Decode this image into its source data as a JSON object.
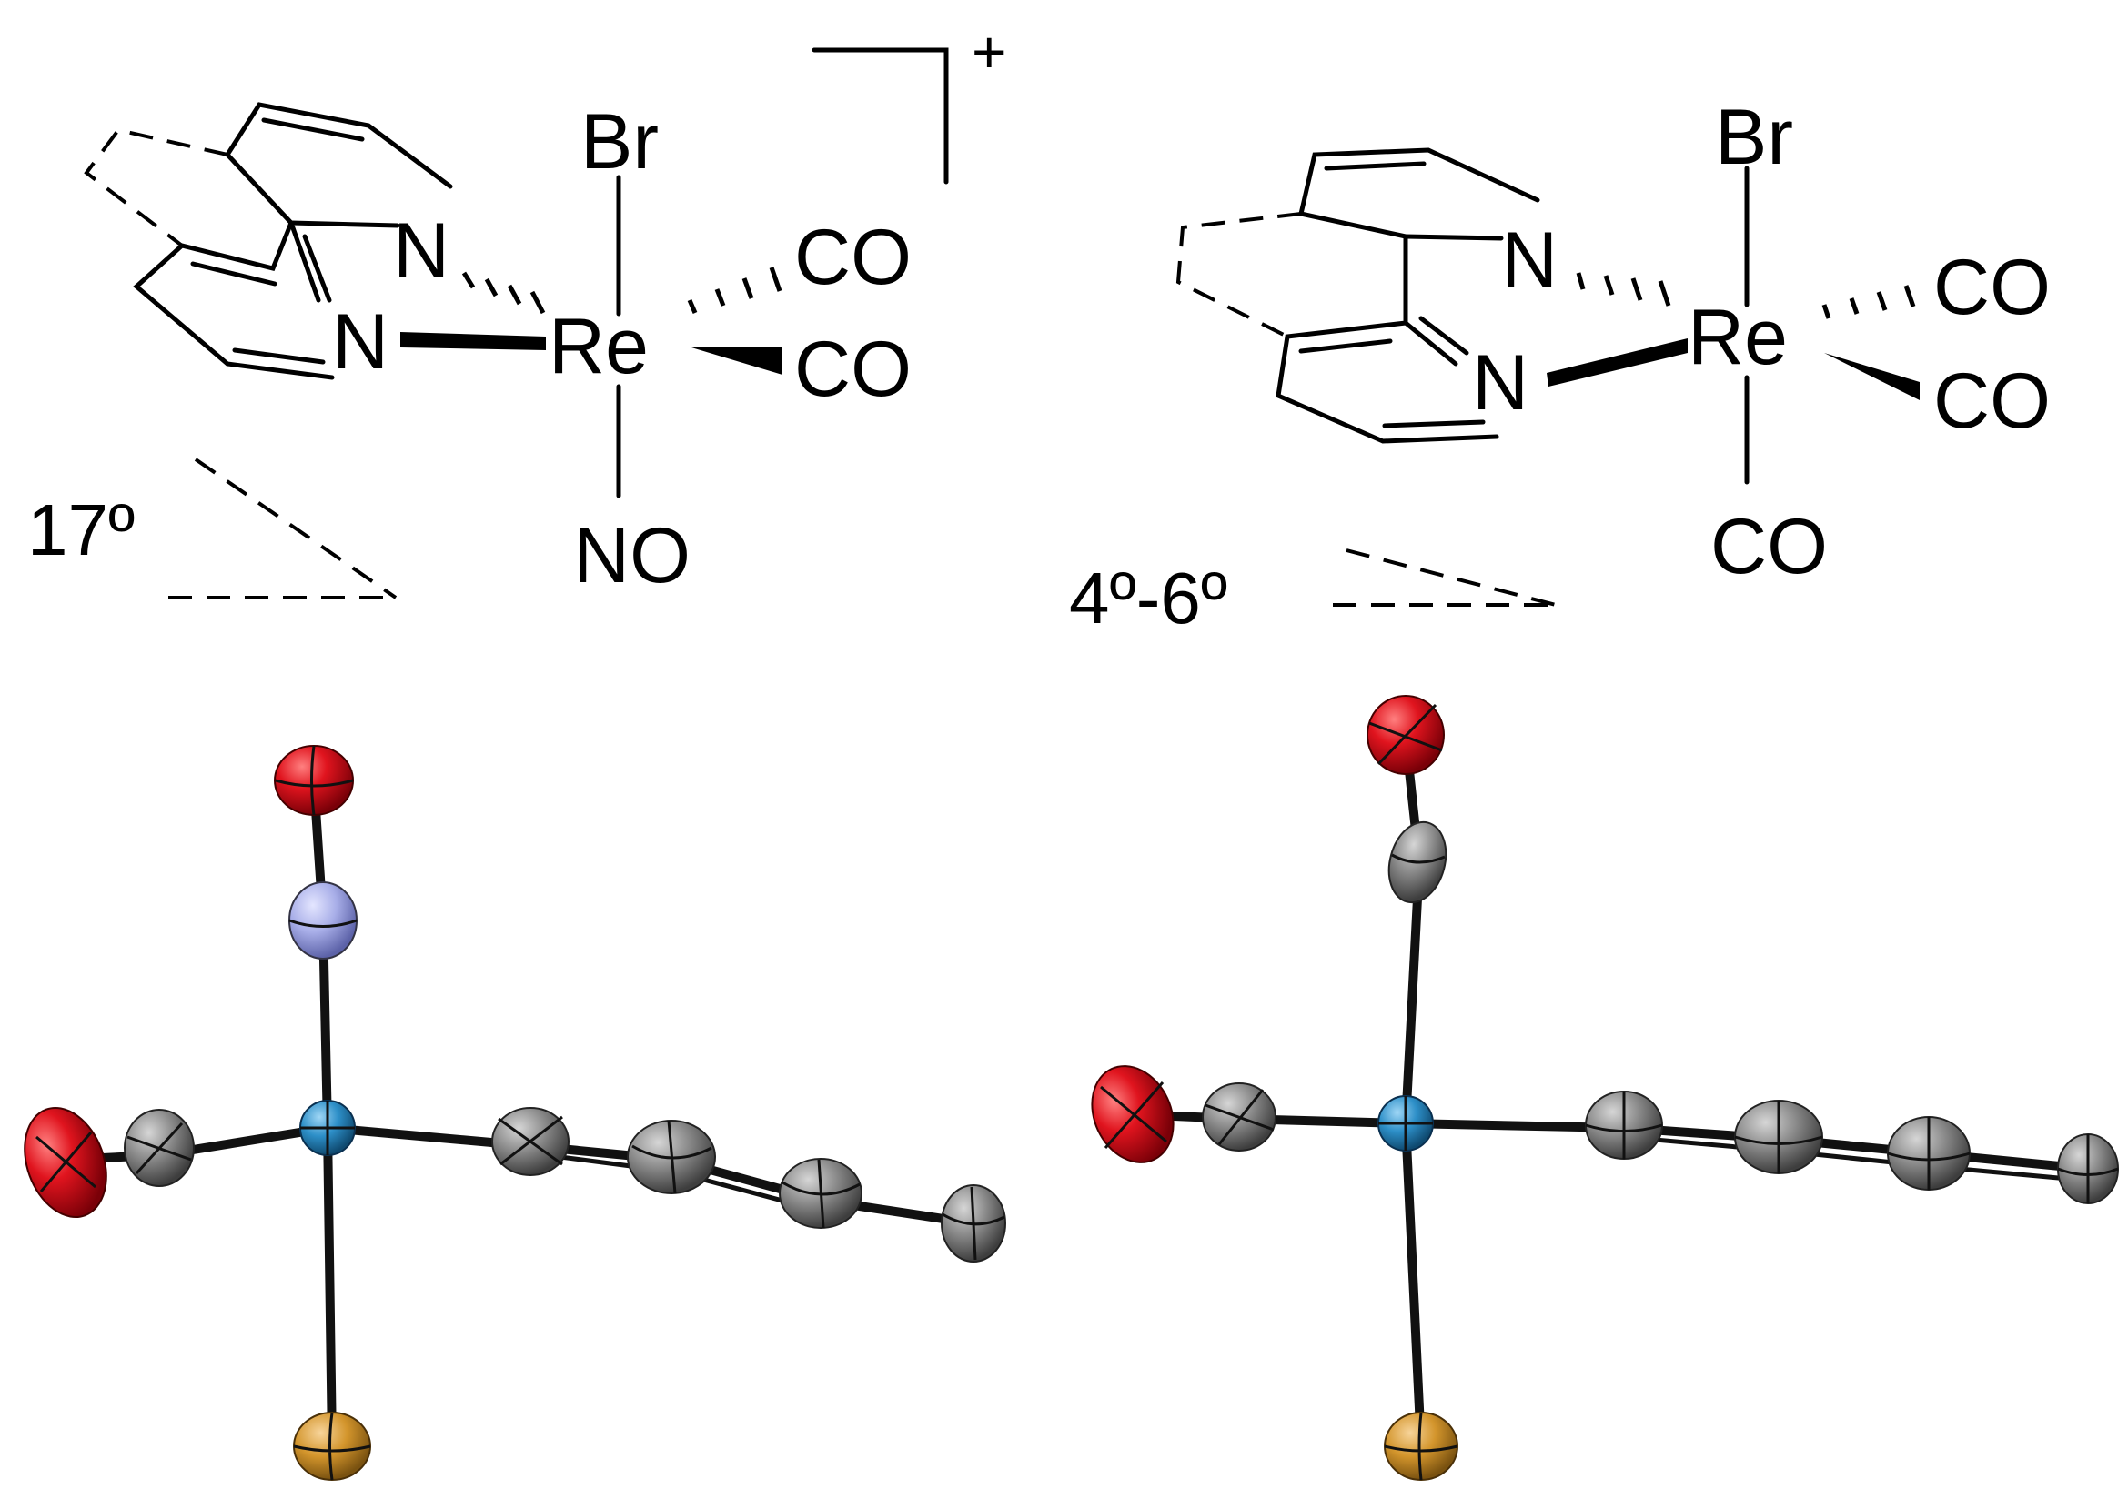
{
  "complexes": [
    {
      "labels": {
        "axial_top": "Br",
        "metal": "Re",
        "ligand_1": "CO",
        "ligand_2": "CO",
        "axial_bottom": "NO",
        "donor_1": "N",
        "donor_2": "N"
      },
      "charge": "+",
      "angle": "17º"
    },
    {
      "labels": {
        "axial_top": "Br",
        "metal": "Re",
        "ligand_1": "CO",
        "ligand_2": "CO",
        "axial_bottom": "CO",
        "donor_1": "N",
        "donor_2": "N"
      },
      "charge": "",
      "angle": "4º-6º"
    }
  ],
  "colors": {
    "oxygen": "#e0141e",
    "nitrogen": "#a8aee8",
    "carbon": "#7f7f7f",
    "rhenium": "#2d8fc8",
    "bromine": "#d3952c",
    "bond": "#111111"
  }
}
